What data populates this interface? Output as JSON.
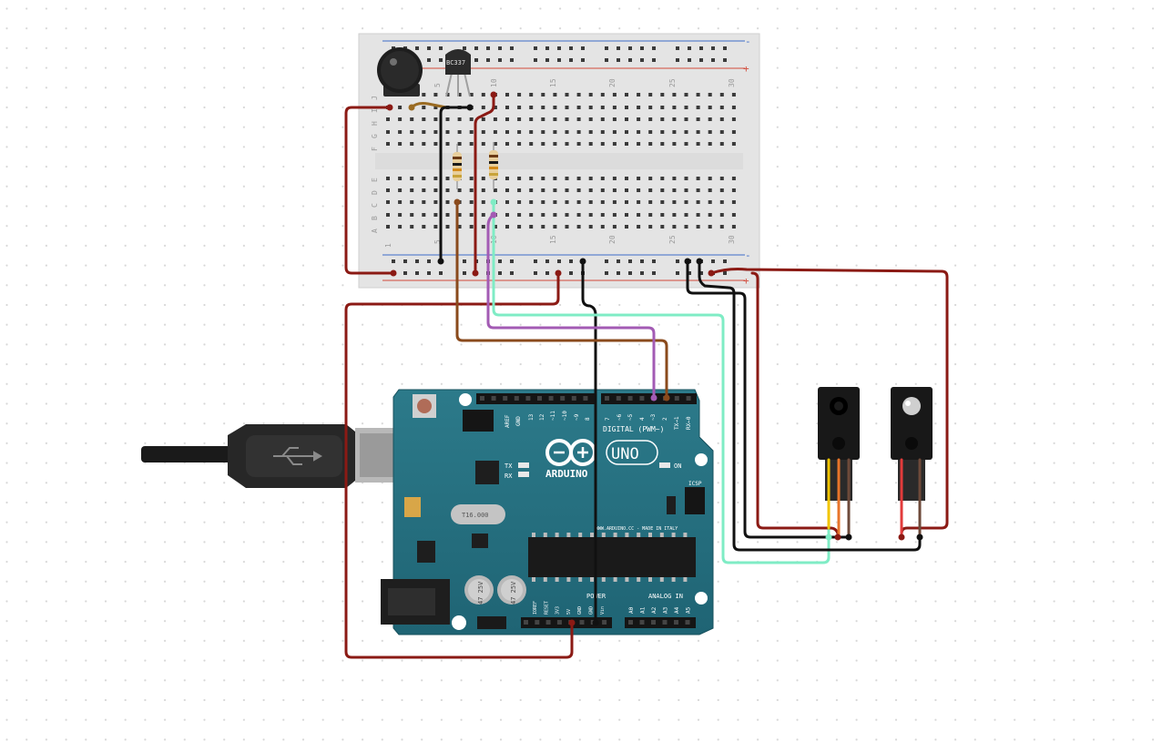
{
  "breadboard": {
    "column_numbers": [
      "1",
      "5",
      "10",
      "15",
      "20",
      "25",
      "30"
    ],
    "row_letters_top": [
      "J",
      "I",
      "H",
      "G",
      "F"
    ],
    "row_letters_bottom": [
      "E",
      "D",
      "C",
      "B",
      "A"
    ],
    "rail_symbols": {
      "minus": "-",
      "plus": "+"
    }
  },
  "components": {
    "transistor_label": "BC337",
    "buzzer": "buzzer",
    "resistors": 2,
    "sensors": 2
  },
  "arduino": {
    "brand": "ARDUINO",
    "model": "UNO",
    "digital_label": "DIGITAL (PWM~)",
    "power_label": "POWER",
    "analog_label": "ANALOG IN",
    "website": "WWW.ARDUINO.CC - MADE IN ITALY",
    "icsp": "ICSP",
    "on": "ON",
    "tx": "TX",
    "rx": "RX",
    "crystal": "T16.000",
    "cap1": "47 25V",
    "cap2": "47 25V",
    "aref": "AREF",
    "gnd": "GND",
    "digital_pins": [
      "13",
      "12",
      "~11",
      "~10",
      "~9",
      "8",
      "7",
      "~6",
      "~5",
      "4",
      "~3",
      "2",
      "TX→1",
      "RX←0"
    ],
    "power_pins": [
      "IOREF",
      "RESET",
      "3V3",
      "5V",
      "GND",
      "GND",
      "Vin"
    ],
    "analog_pins": [
      "A0",
      "A1",
      "A2",
      "A3",
      "A4",
      "A5"
    ]
  },
  "wire_colors": {
    "red": "#8b1a14",
    "black": "#111111",
    "brown": "#8a4a1c",
    "purple": "#a35bb4",
    "mint": "#7fecc5",
    "yellow": "#f2c500",
    "orange": "#e8752a",
    "sensor_red": "#e23b3b"
  }
}
